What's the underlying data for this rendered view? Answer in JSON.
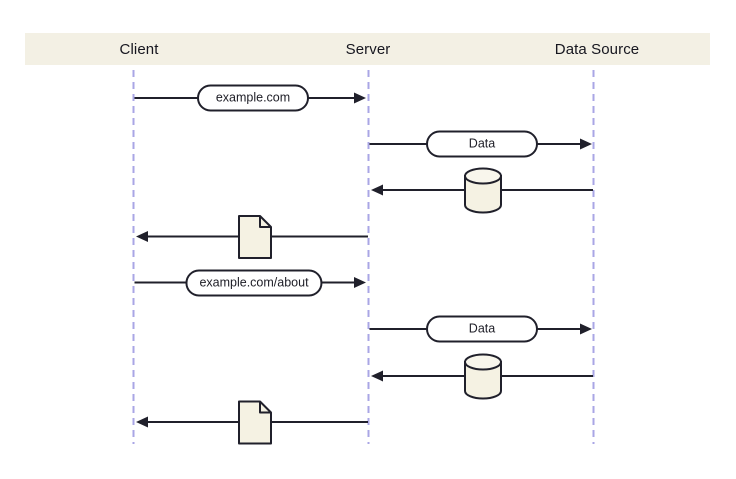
{
  "diagram": {
    "actors": [
      {
        "label": "Client"
      },
      {
        "label": "Server"
      },
      {
        "label": "Data Source"
      }
    ],
    "messages": [
      {
        "from": "Client",
        "to": "Server",
        "label": "example.com",
        "kind": "request-pill"
      },
      {
        "from": "Server",
        "to": "Data Source",
        "label": "Data",
        "kind": "request-pill"
      },
      {
        "from": "Data Source",
        "to": "Server",
        "label": "",
        "kind": "database-response"
      },
      {
        "from": "Server",
        "to": "Client",
        "label": "",
        "kind": "document-response"
      },
      {
        "from": "Client",
        "to": "Server",
        "label": "example.com/about",
        "kind": "request-pill"
      },
      {
        "from": "Server",
        "to": "Data Source",
        "label": "Data",
        "kind": "request-pill"
      },
      {
        "from": "Data Source",
        "to": "Server",
        "label": "",
        "kind": "database-response"
      },
      {
        "from": "Server",
        "to": "Client",
        "label": "",
        "kind": "document-response"
      }
    ],
    "icons": {
      "database": "database-cylinder-icon",
      "document": "document-icon"
    },
    "colors": {
      "background": "#ffffff",
      "header_band": "#f3f0e4",
      "lifeline": "#a9a6e5",
      "stroke": "#20202b",
      "shape_fill": "#f5f2e3",
      "shape_fill_top": "#f8f6ec",
      "pill_fill": "#ffffff",
      "text": "#16161f"
    }
  }
}
